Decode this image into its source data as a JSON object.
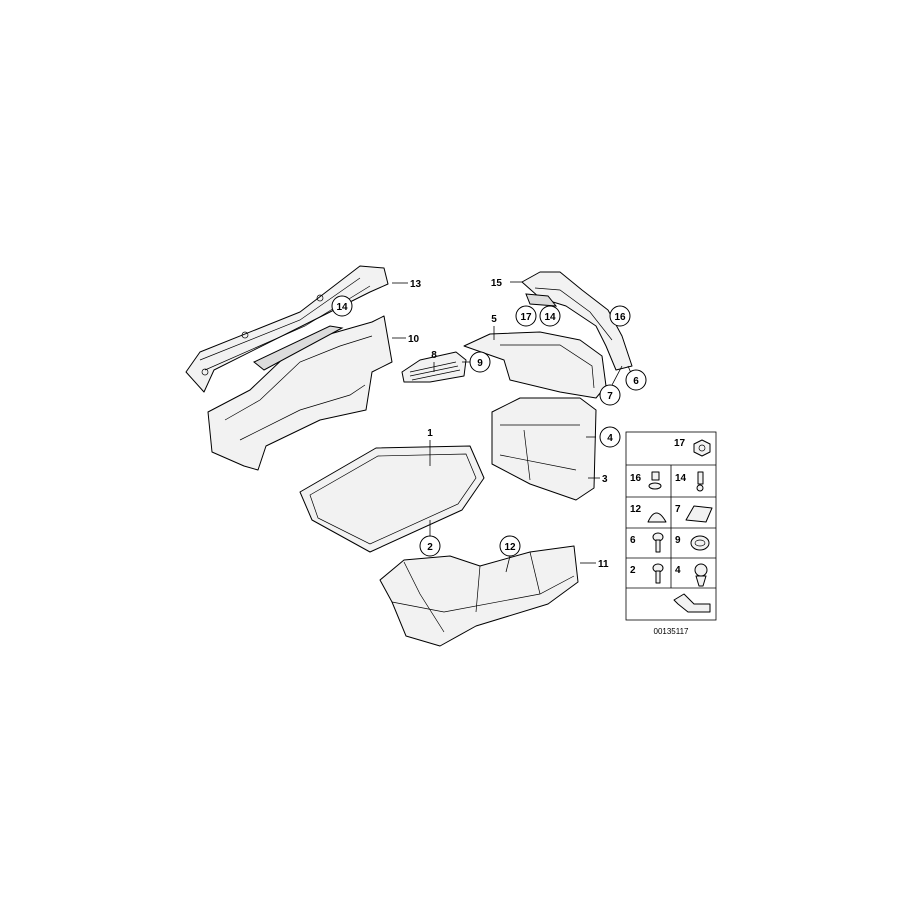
{
  "callouts": {
    "c1": "1",
    "c2": "2",
    "c3": "3",
    "c4": "4",
    "c5": "5",
    "c6": "6",
    "c7": "7",
    "c8": "8",
    "c9": "9",
    "c10": "10",
    "c11": "11",
    "c12": "12",
    "c13": "13",
    "c14a": "14",
    "c14b": "14",
    "c15": "15",
    "c16": "16",
    "c17": "17"
  },
  "legend": {
    "r1": [
      "17",
      ""
    ],
    "r2": [
      "16",
      "14"
    ],
    "r3": [
      "12",
      "7"
    ],
    "r4": [
      "6",
      "9"
    ],
    "r5": [
      "2",
      "4"
    ]
  },
  "diagram_code": "00135117"
}
